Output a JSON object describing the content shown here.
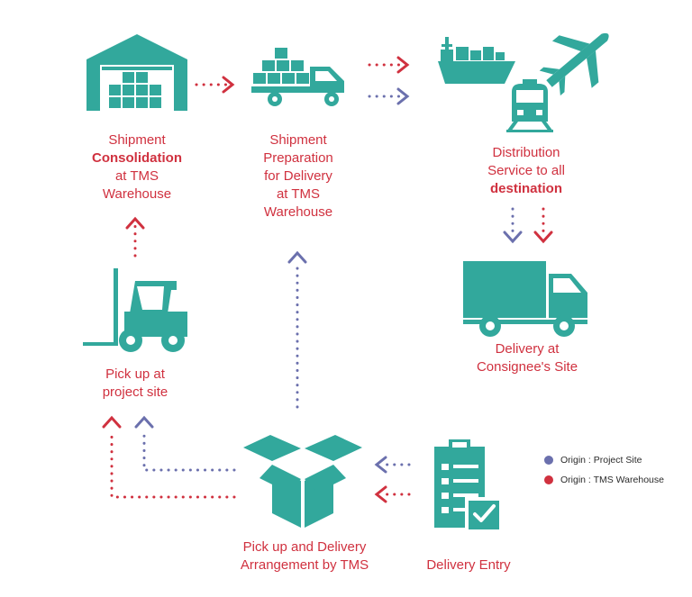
{
  "colors": {
    "teal": "#32a89c",
    "red": "#d0313f",
    "blue": "#6b70ad"
  },
  "nodes": {
    "consolidation": {
      "line1": "Shipment",
      "line2": "Consolidation",
      "line3": "at TMS",
      "line4": "Warehouse",
      "icon": "warehouse-icon"
    },
    "preparation": {
      "line1": "Shipment",
      "line2": "Preparation",
      "line3": "for Delivery",
      "line4": "at TMS",
      "line5": "Warehouse",
      "icon": "delivery-truck-icon"
    },
    "distribution": {
      "line1": "Distribution",
      "line2": "Service to all",
      "line3": "destination",
      "icons": [
        "cargo-ship-icon",
        "airplane-icon",
        "train-icon"
      ]
    },
    "consignee": {
      "line1": "Delivery at",
      "line2": "Consignee's Site",
      "icon": "truck-icon"
    },
    "pickup_project": {
      "line1": "Pick up at",
      "line2": "project site",
      "icon": "forklift-icon"
    },
    "arrangement": {
      "line1": "Pick up and Delivery",
      "line2": "Arrangement by TMS",
      "icon": "open-box-icon"
    },
    "entry": {
      "line1": "Delivery Entry",
      "icon": "checklist-icon"
    }
  },
  "legend": [
    {
      "label": "Origin : Project Site",
      "color": "#6b70ad"
    },
    {
      "label": "Origin : TMS Warehouse",
      "color": "#d0313f"
    }
  ]
}
